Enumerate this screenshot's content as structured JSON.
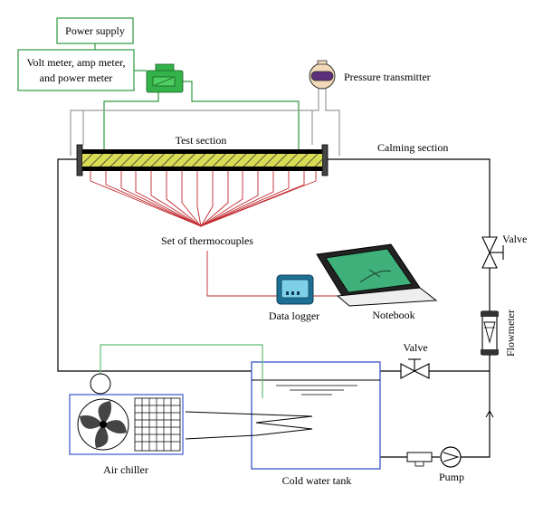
{
  "labels": {
    "power_supply": "Power supply",
    "meter_line1": "Volt meter, amp meter,",
    "meter_line2": "and power meter",
    "pressure_transmitter": "Pressure transmitter",
    "test_section": "Test section",
    "calming_section": "Calming section",
    "thermocouples": "Set of thermocouples",
    "valve_top": "Valve",
    "valve_bottom": "Valve",
    "flowmeter": "Flowmeter",
    "data_logger": "Data logger",
    "notebook": "Notebook",
    "air_chiller": "Air chiller",
    "cold_water_tank": "Cold water tank",
    "pump": "Pump"
  },
  "colors": {
    "power_line": "#2e9a3e",
    "thermocouple_wire": "#c0282d",
    "tank_outline": "#3a55c8",
    "chiller_line": "#5fbf75",
    "test_section_fill": "#d9dd55",
    "meter_fill": "#34b34a",
    "screen_fill": "#3fb07a",
    "logger_fill": "#1e6f94"
  }
}
